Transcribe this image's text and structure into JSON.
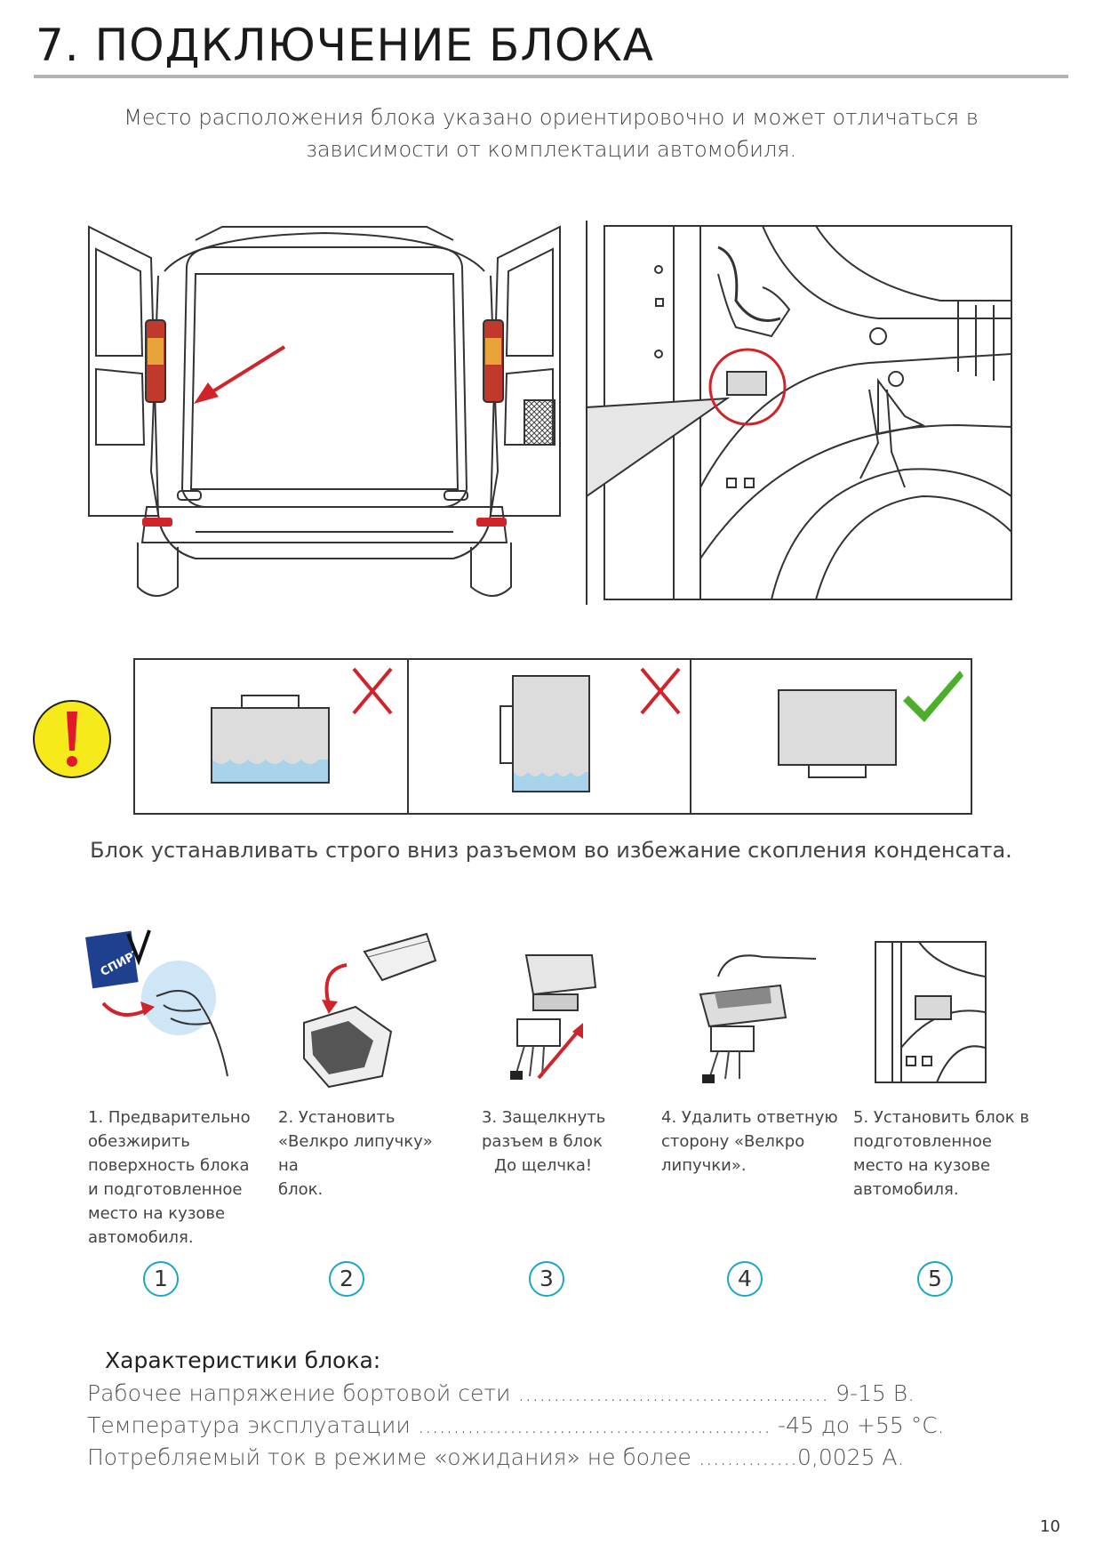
{
  "header": {
    "title": "7. ПОДКЛЮЧЕНИЕ БЛОКА"
  },
  "intro": {
    "line1": "Место расположения блока указано ориентировочно и может отличаться в",
    "line2": "зависимости от комплектации автомобиля."
  },
  "orientation": {
    "caption": "Блок устанавливать строго вниз разъемом во избежание скопления конденсата.",
    "panels": [
      {
        "state": "wrong",
        "mark": "cross-icon"
      },
      {
        "state": "wrong",
        "mark": "cross-icon"
      },
      {
        "state": "correct",
        "mark": "check-icon"
      }
    ],
    "warning_symbol": "!"
  },
  "steps": {
    "sprite_label": "СПИРТ",
    "items": [
      {
        "number": "1",
        "lines": [
          "1. Предварительно",
          "обезжирить",
          "поверхность блока",
          "и подготовленное",
          "место на кузове",
          "автомобиля."
        ]
      },
      {
        "number": "2",
        "lines": [
          "2. Установить",
          "«Велкро липучку» на",
          "блок."
        ]
      },
      {
        "number": "3",
        "lines": [
          "3. Защелкнуть",
          "разъем в блок",
          "До щелчка!"
        ]
      },
      {
        "number": "4",
        "lines": [
          "4. Удалить ответную",
          "сторону «Велкро",
          "липучки»."
        ]
      },
      {
        "number": "5",
        "lines": [
          "5. Установить блок в",
          "подготовленное",
          "место на кузове",
          "автомобиля."
        ]
      }
    ]
  },
  "specs": {
    "title": "Характеристики блока:",
    "lines": [
      "Рабочее напряжение бортовой сети ............................................ 9-15 В.",
      "Температура эксплуатации .................................................. -45 до +55 °С.",
      "Потребляемый ток в режиме «ожидания» не более ..............0,0025 А."
    ]
  },
  "footer": {
    "page_number": "10"
  },
  "colors": {
    "accent_circle": "#1aa6c4",
    "cross": "#d0242b",
    "check": "#4caf2a",
    "warning_fill": "#f7ea1a",
    "warning_mark": "#e0192b",
    "block_fill": "#dcdcdc",
    "water": "#a9d3ea",
    "rule": "#b3b3b3"
  }
}
